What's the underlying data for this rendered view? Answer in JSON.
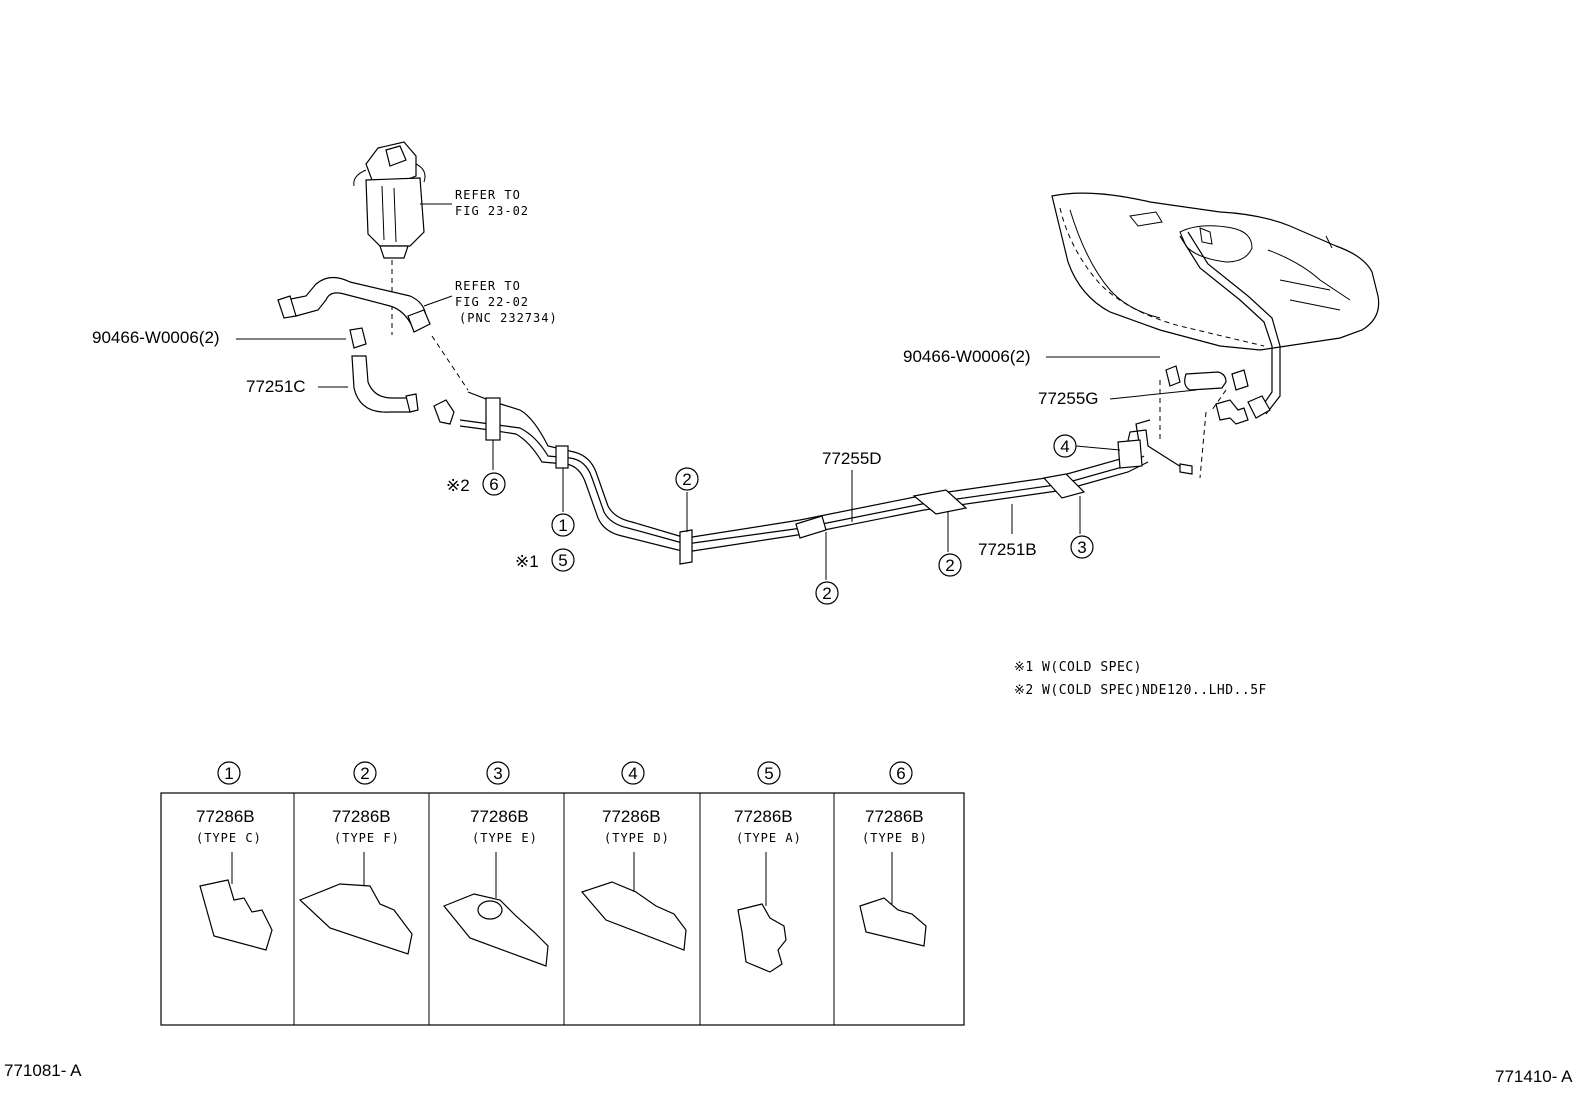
{
  "labels": {
    "refer_filter_1": "REFER TO",
    "refer_filter_2": "FIG 23-02",
    "refer_hose_1": "REFER TO",
    "refer_hose_2": "FIG 22-02",
    "refer_hose_3": "(PNC 232734)",
    "clip_left": "90466-W0006(2)",
    "clip_right": "90466-W0006(2)",
    "hose_left": "77251C",
    "hose_right": "77255G",
    "tube_main": "77255D",
    "tube_return": "77251B",
    "mark_2": "※2",
    "mark_1": "※1"
  },
  "callouts": {
    "c1": "1",
    "c2": "2",
    "c3": "3",
    "c4": "4",
    "c5": "5",
    "c6": "6"
  },
  "notes": {
    "note1": "※1 W(COLD SPEC)",
    "note2": "※2 W(COLD SPEC)NDE120..LHD..5F"
  },
  "legend": [
    {
      "num": "1",
      "part": "77286B",
      "type": "(TYPE C)"
    },
    {
      "num": "2",
      "part": "77286B",
      "type": "(TYPE F)"
    },
    {
      "num": "3",
      "part": "77286B",
      "type": "(TYPE E)"
    },
    {
      "num": "4",
      "part": "77286B",
      "type": "(TYPE D)"
    },
    {
      "num": "5",
      "part": "77286B",
      "type": "(TYPE A)"
    },
    {
      "num": "6",
      "part": "77286B",
      "type": "(TYPE B)"
    }
  ],
  "footer": {
    "left": "771081- A",
    "right": "771410- A"
  }
}
